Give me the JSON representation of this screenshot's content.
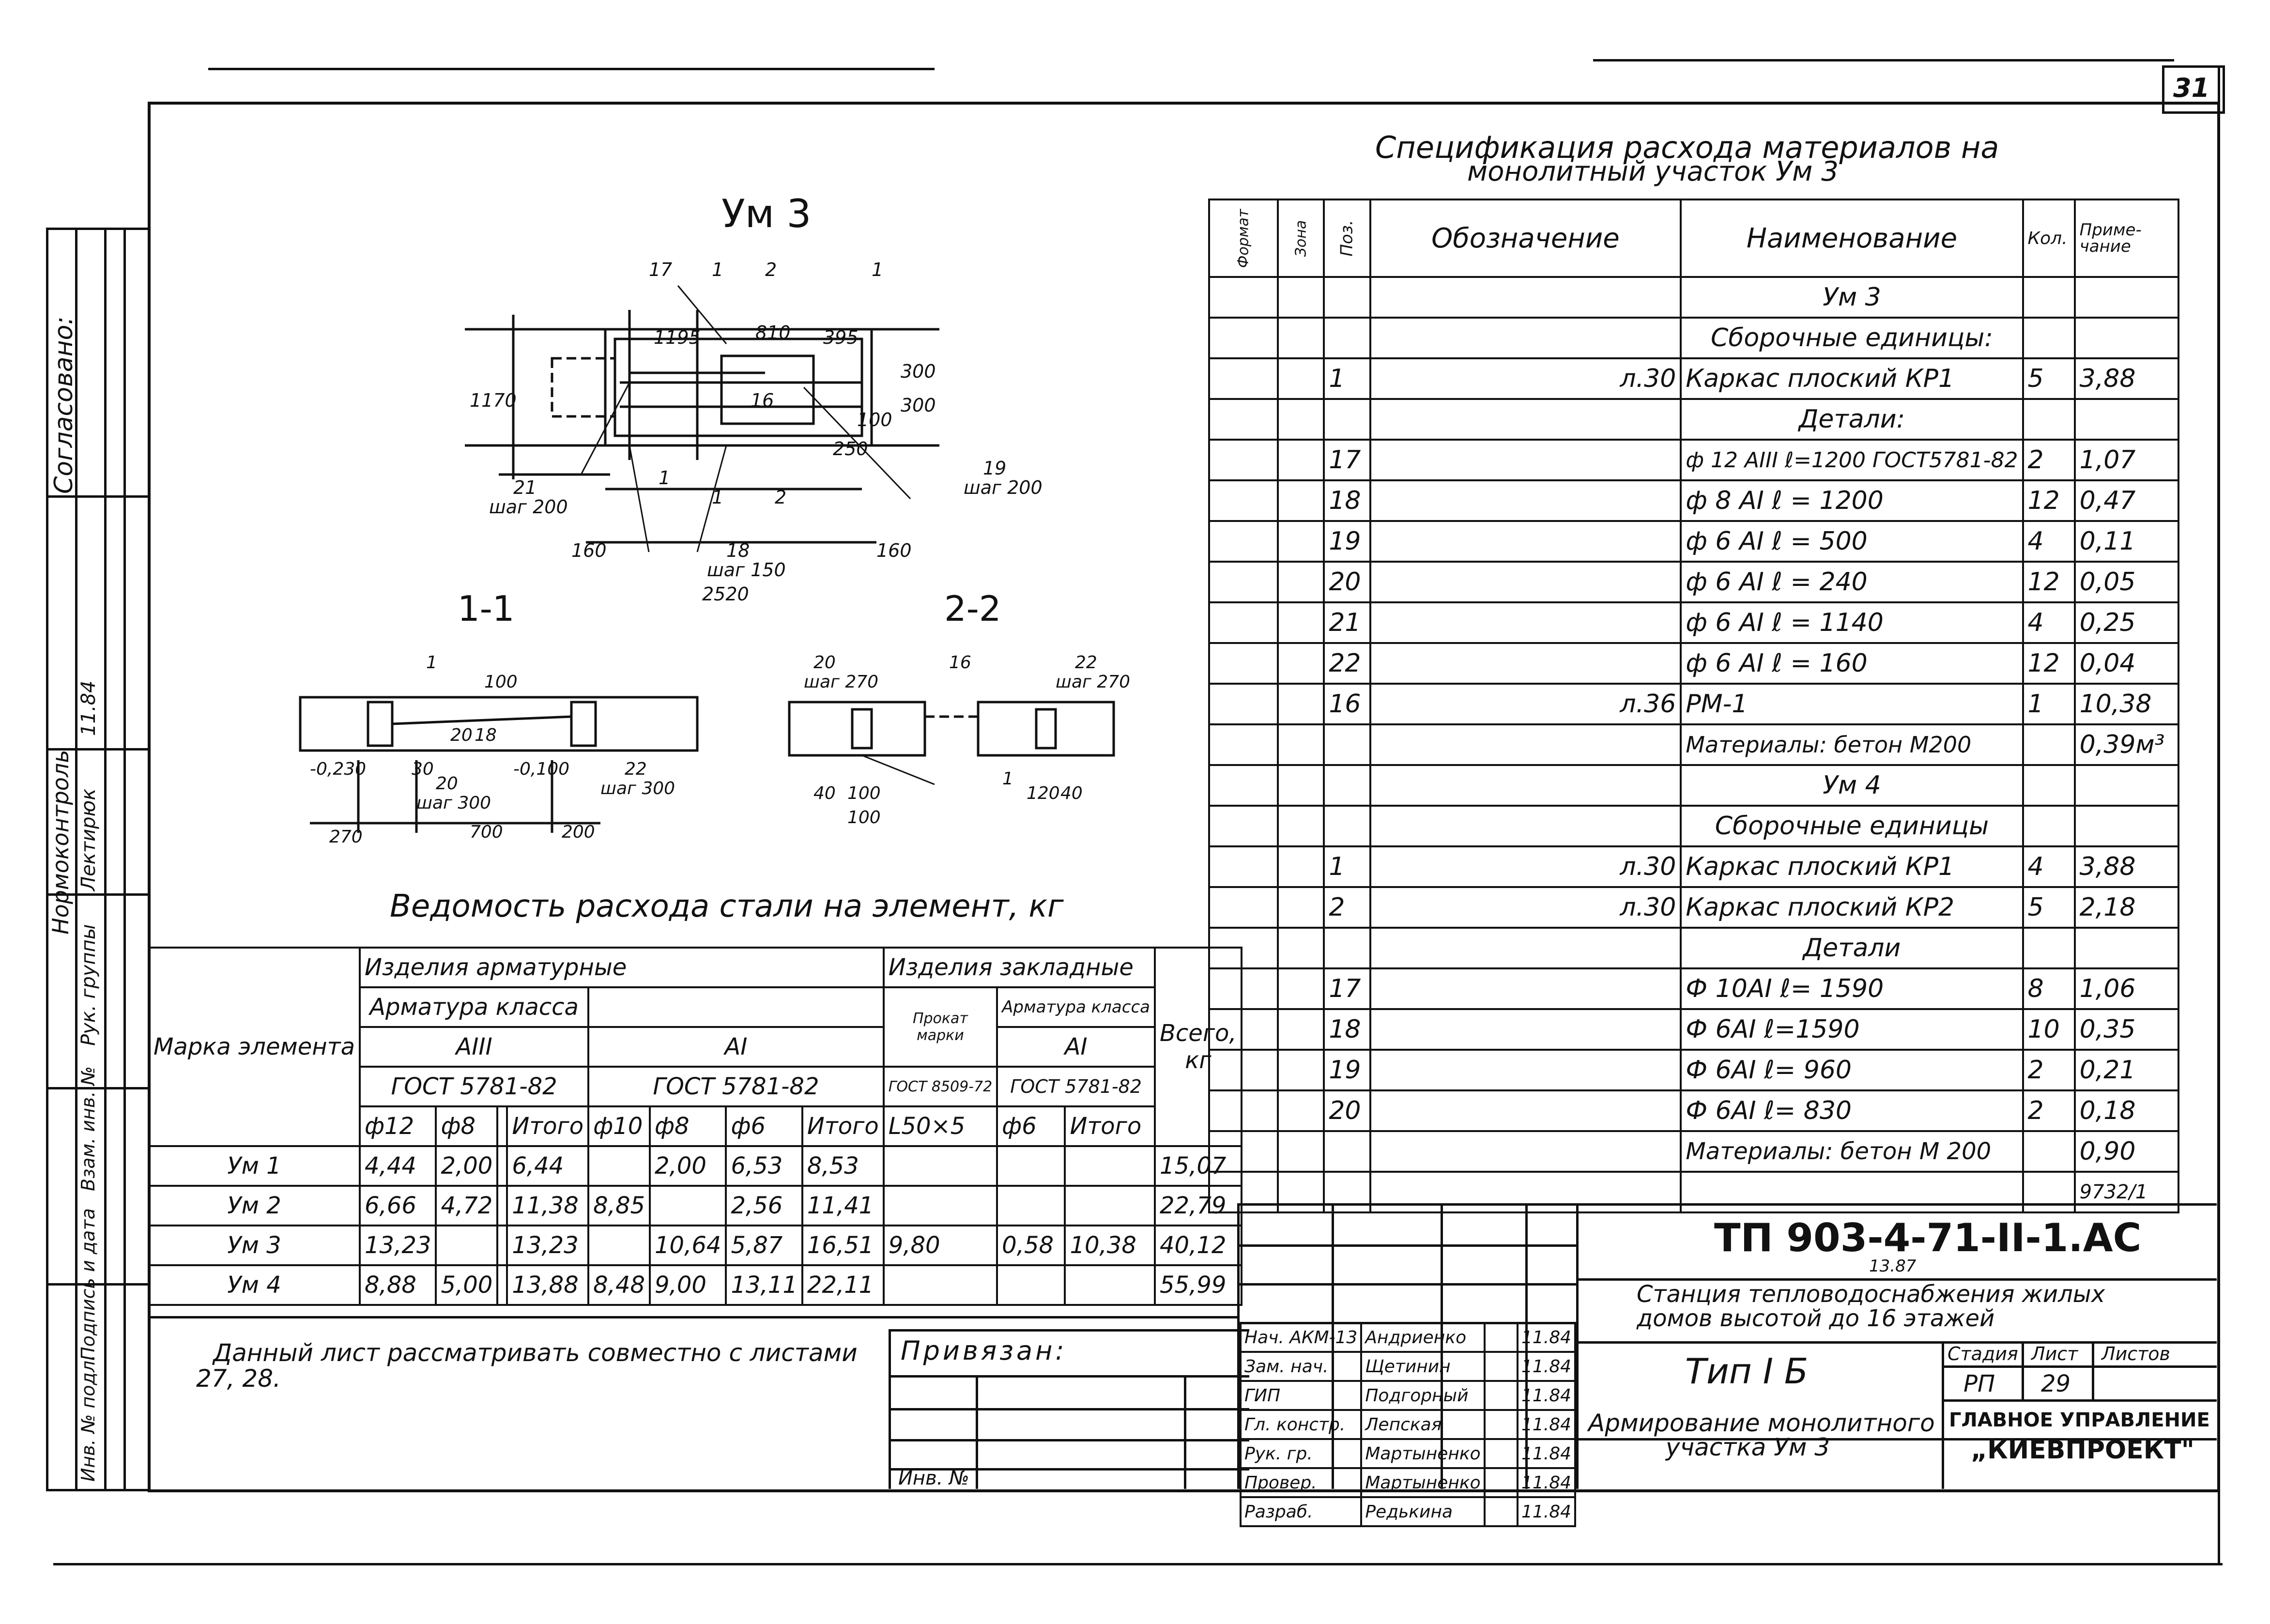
{
  "sheet": {
    "corner_number": "31"
  },
  "left_strip": {
    "agreed": "Согласовано:",
    "normcontrol": "Нормоконтроль",
    "normcontrol_person": "Лектирюк",
    "date": "11.84",
    "group_head": "Рук. группы",
    "exchange_inv": "Взам. инв. №",
    "sign_date": "Подпись и дата",
    "inv_orig": "Инв. № подл."
  },
  "drawing": {
    "title": "Ум 3",
    "section_1": "1-1",
    "section_2": "2-2",
    "plan_labels": [
      "17",
      "1",
      "2",
      "1",
      "1195",
      "810",
      "395",
      "1170",
      "300",
      "300",
      "16",
      "100",
      "250",
      "21",
      "шаг 200",
      "19",
      "шаг 200",
      "1",
      "1",
      "2",
      "160",
      "18",
      "160",
      "шаг 150",
      "2520"
    ],
    "sec1_labels": [
      "1",
      "100",
      "30",
      "20",
      "18",
      "-0,230",
      "-0,100",
      "20",
      "шаг 300",
      "22",
      "шаг 300",
      "270",
      "700",
      "200"
    ],
    "sec2_labels": [
      "20",
      "шаг 270",
      "16",
      "22",
      "шаг 270",
      "40",
      "100",
      "100",
      "1",
      "120",
      "40"
    ]
  },
  "spec": {
    "title_line1": "Спецификация расхода материалов на",
    "title_line2": "монолитный участок Ум 3",
    "headers": {
      "format": "Формат",
      "zone": "Зона",
      "pos": "Поз.",
      "designation": "Обозначение",
      "name": "Наименование",
      "qty": "Кол.",
      "note": "Приме-чание"
    },
    "rows": [
      {
        "pos": "",
        "des": "",
        "name": "Ум 3",
        "qty": "",
        "note": "",
        "center": true
      },
      {
        "pos": "",
        "des": "",
        "name": "Сборочные единицы:",
        "qty": "",
        "note": "",
        "center": true
      },
      {
        "pos": "1",
        "des": "л.30",
        "name": "Каркас плоский КР1",
        "qty": "5",
        "note": "3,88"
      },
      {
        "pos": "",
        "des": "",
        "name": "Детали:",
        "qty": "",
        "note": "",
        "center": true
      },
      {
        "pos": "17",
        "des": "",
        "name": "ф 12 АIII  ℓ=1200 ГОСТ5781-82",
        "qty": "2",
        "note": "1,07"
      },
      {
        "pos": "18",
        "des": "",
        "name": "ф 8 АI   ℓ = 1200",
        "qty": "12",
        "note": "0,47"
      },
      {
        "pos": "19",
        "des": "",
        "name": "ф 6 АI   ℓ = 500",
        "qty": "4",
        "note": "0,11"
      },
      {
        "pos": "20",
        "des": "",
        "name": "ф 6 АI   ℓ = 240",
        "qty": "12",
        "note": "0,05"
      },
      {
        "pos": "21",
        "des": "",
        "name": "ф 6 АI   ℓ = 1140",
        "qty": "4",
        "note": "0,25"
      },
      {
        "pos": "22",
        "des": "",
        "name": "ф 6 АI   ℓ = 160",
        "qty": "12",
        "note": "0,04"
      },
      {
        "pos": "16",
        "des": "л.36",
        "name": "РМ-1",
        "qty": "1",
        "note": "10,38"
      },
      {
        "pos": "",
        "des": "",
        "name": "Материалы: бетон М200",
        "qty": "",
        "note": "0,39м³"
      },
      {
        "pos": "",
        "des": "",
        "name": "Ум 4",
        "qty": "",
        "note": "",
        "center": true
      },
      {
        "pos": "",
        "des": "",
        "name": "Сборочные единицы",
        "qty": "",
        "note": "",
        "center": true
      },
      {
        "pos": "1",
        "des": "л.30",
        "name": "Каркас плоский КР1",
        "qty": "4",
        "note": "3,88"
      },
      {
        "pos": "2",
        "des": "л.30",
        "name": "Каркас плоский КР2",
        "qty": "5",
        "note": "2,18"
      },
      {
        "pos": "",
        "des": "",
        "name": "Детали",
        "qty": "",
        "note": "",
        "center": true
      },
      {
        "pos": "17",
        "des": "",
        "name": "Ф 10АI  ℓ= 1590",
        "qty": "8",
        "note": "1,06"
      },
      {
        "pos": "18",
        "des": "",
        "name": "Ф 6АI  ℓ=1590",
        "qty": "10",
        "note": "0,35"
      },
      {
        "pos": "19",
        "des": "",
        "name": "Ф 6АI  ℓ= 960",
        "qty": "2",
        "note": "0,21"
      },
      {
        "pos": "20",
        "des": "",
        "name": "Ф 6АI  ℓ= 830",
        "qty": "2",
        "note": "0,18"
      },
      {
        "pos": "",
        "des": "",
        "name": "Материалы: бетон М 200",
        "qty": "",
        "note": "0,90"
      },
      {
        "pos": "",
        "des": "",
        "name": "",
        "qty": "",
        "note": "9732/1"
      }
    ]
  },
  "steel": {
    "title": "Ведомость расхода стали на элемент, кг",
    "h_mark": "Марка элемента",
    "h_rebar_items": "Изделия арматурные",
    "h_embedded": "Изделия закладные",
    "h_total": "Всего, кг",
    "h_class": "Арматура класса",
    "h_aiii": "АIII",
    "h_ai": "АI",
    "h_gost1": "ГОСТ 5781-82",
    "h_gost2": "ГОСТ 5781-82",
    "h_rolled": "Прокат марки",
    "h_emb_class": "Арматура класса",
    "h_emb_ai": "АI",
    "h_gost3": "ГОСТ 8509-72",
    "h_gost4": "ГОСТ 5781-82",
    "cols": [
      "ф12",
      "ф8",
      "",
      "Итого",
      "ф10",
      "ф8",
      "ф6",
      "Итого",
      "L50×5",
      "ф6",
      "Итого"
    ],
    "rows": [
      {
        "mark": "Ум 1",
        "v": [
          "4,44",
          "2,00",
          "",
          "6,44",
          "",
          "2,00",
          "6,53",
          "8,53",
          "",
          "",
          ""
        ],
        "total": "15,07"
      },
      {
        "mark": "Ум 2",
        "v": [
          "6,66",
          "4,72",
          "",
          "11,38",
          "8,85",
          "",
          "2,56",
          "11,41",
          "",
          "",
          ""
        ],
        "total": "22,79"
      },
      {
        "mark": "Ум 3",
        "v": [
          "13,23",
          "",
          "",
          "13,23",
          "",
          "10,64",
          "5,87",
          "16,51",
          "9,80",
          "0,58",
          "10,38"
        ],
        "total": "40,12"
      },
      {
        "mark": "Ум 4",
        "v": [
          "8,88",
          "5,00",
          "",
          "13,88",
          "8,48",
          "9,00",
          "13,11",
          "22,11",
          "",
          "",
          ""
        ],
        "total": "55,99"
      }
    ]
  },
  "note": {
    "line1": "Данный  лист  рассматривать  совместно  с листами",
    "line2": "27, 28."
  },
  "binding": {
    "title": "Привязан:",
    "inv": "Инв. №"
  },
  "stamp": {
    "code": "ТП 903-4-71-II-1.АС",
    "sub_code": "13.87",
    "project_line1": "Станция тепловодоснабжения жилых",
    "project_line2": "домов высотой до 16 этажей",
    "type": "Тип I Б",
    "stage_h": "Стадия",
    "sheet_h": "Лист",
    "sheets_h": "Листов",
    "stage": "РП",
    "sheet": "29",
    "sheets": "",
    "sheet_title_line1": "Армирование монолитного",
    "sheet_title_line2": "участка Ум 3",
    "org_line1": "ГЛАВНОЕ УПРАВЛЕНИЕ",
    "org_line2": "„КИЕВПРОЕКТ\"",
    "people": [
      {
        "role": "Нач. АКМ-13",
        "name": "Андриенко",
        "date": "11.84"
      },
      {
        "role": "Зам. нач.",
        "name": "Щетинин",
        "date": "11.84"
      },
      {
        "role": "ГИП",
        "name": "Подгорный",
        "date": "11.84"
      },
      {
        "role": "Гл. констр.",
        "name": "Лепская",
        "date": "11.84"
      },
      {
        "role": "Рук. гр.",
        "name": "Мартыненко",
        "date": "11.84"
      },
      {
        "role": "Провер.",
        "name": "Мартыненко",
        "date": "11.84"
      },
      {
        "role": "Разраб.",
        "name": "Редькина",
        "date": "11.84"
      }
    ]
  }
}
